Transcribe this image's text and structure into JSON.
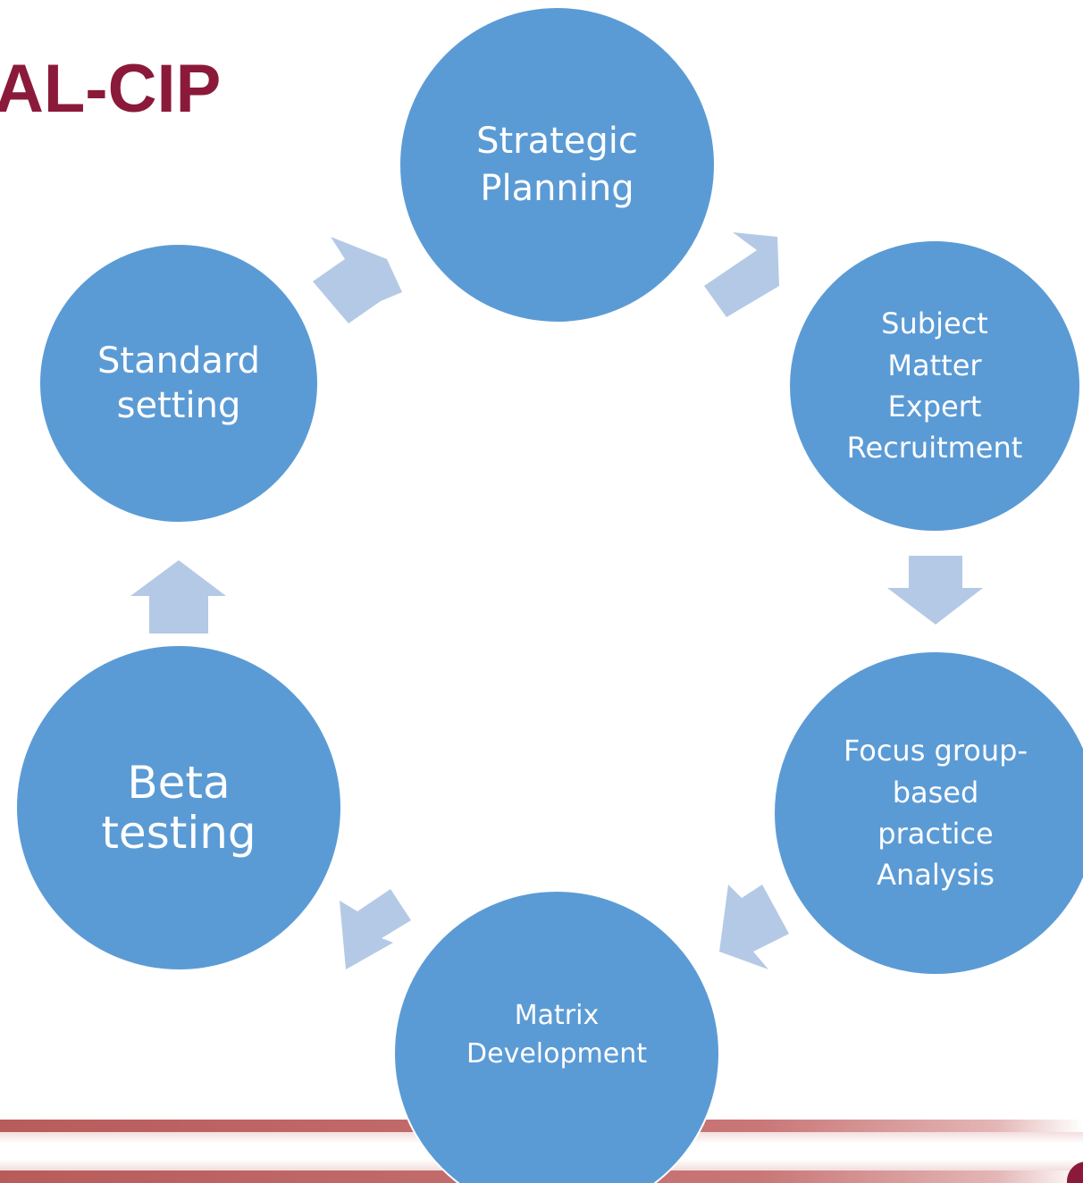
{
  "title": "AL-CIP",
  "colors": {
    "node_fill": "#5B9BD5",
    "arrow_fill": "#B4C9E5",
    "title_color": "#8B1A3A",
    "band_color": "#C97676"
  },
  "cycle": {
    "nodes": [
      {
        "id": "strategic-planning",
        "lines": [
          "Strategic",
          "Planning"
        ]
      },
      {
        "id": "sme-recruitment",
        "lines": [
          "Subject",
          "Matter",
          "Expert",
          "Recruitment"
        ]
      },
      {
        "id": "practice-analysis",
        "lines": [
          "Focus group-",
          "based",
          "practice",
          "Analysis"
        ]
      },
      {
        "id": "matrix-development",
        "lines": [
          "Matrix",
          "Development"
        ]
      },
      {
        "id": "beta-testing",
        "lines": [
          "Beta",
          "testing"
        ]
      },
      {
        "id": "standard-setting",
        "lines": [
          "Standard",
          "setting"
        ]
      }
    ]
  }
}
